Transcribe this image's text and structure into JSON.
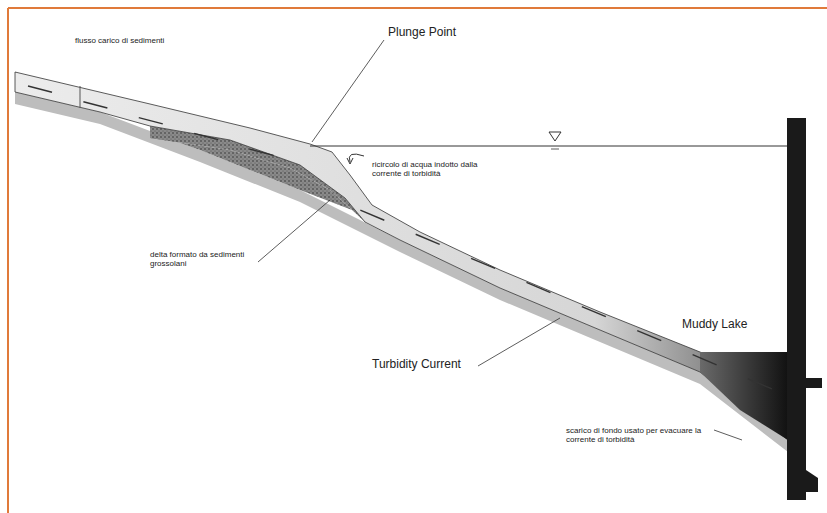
{
  "diagram": {
    "labels": [
      "flusso carico di sedimenti",
      "Plunge Point",
      "ricircolo di acqua indotto dalla corrente di torbidità",
      "delta formato da sedimenti grossolani",
      "Turbidity Current",
      "Muddy Lake",
      "scarico di fondo usato per evacuare la corrente di torbidità"
    ]
  }
}
